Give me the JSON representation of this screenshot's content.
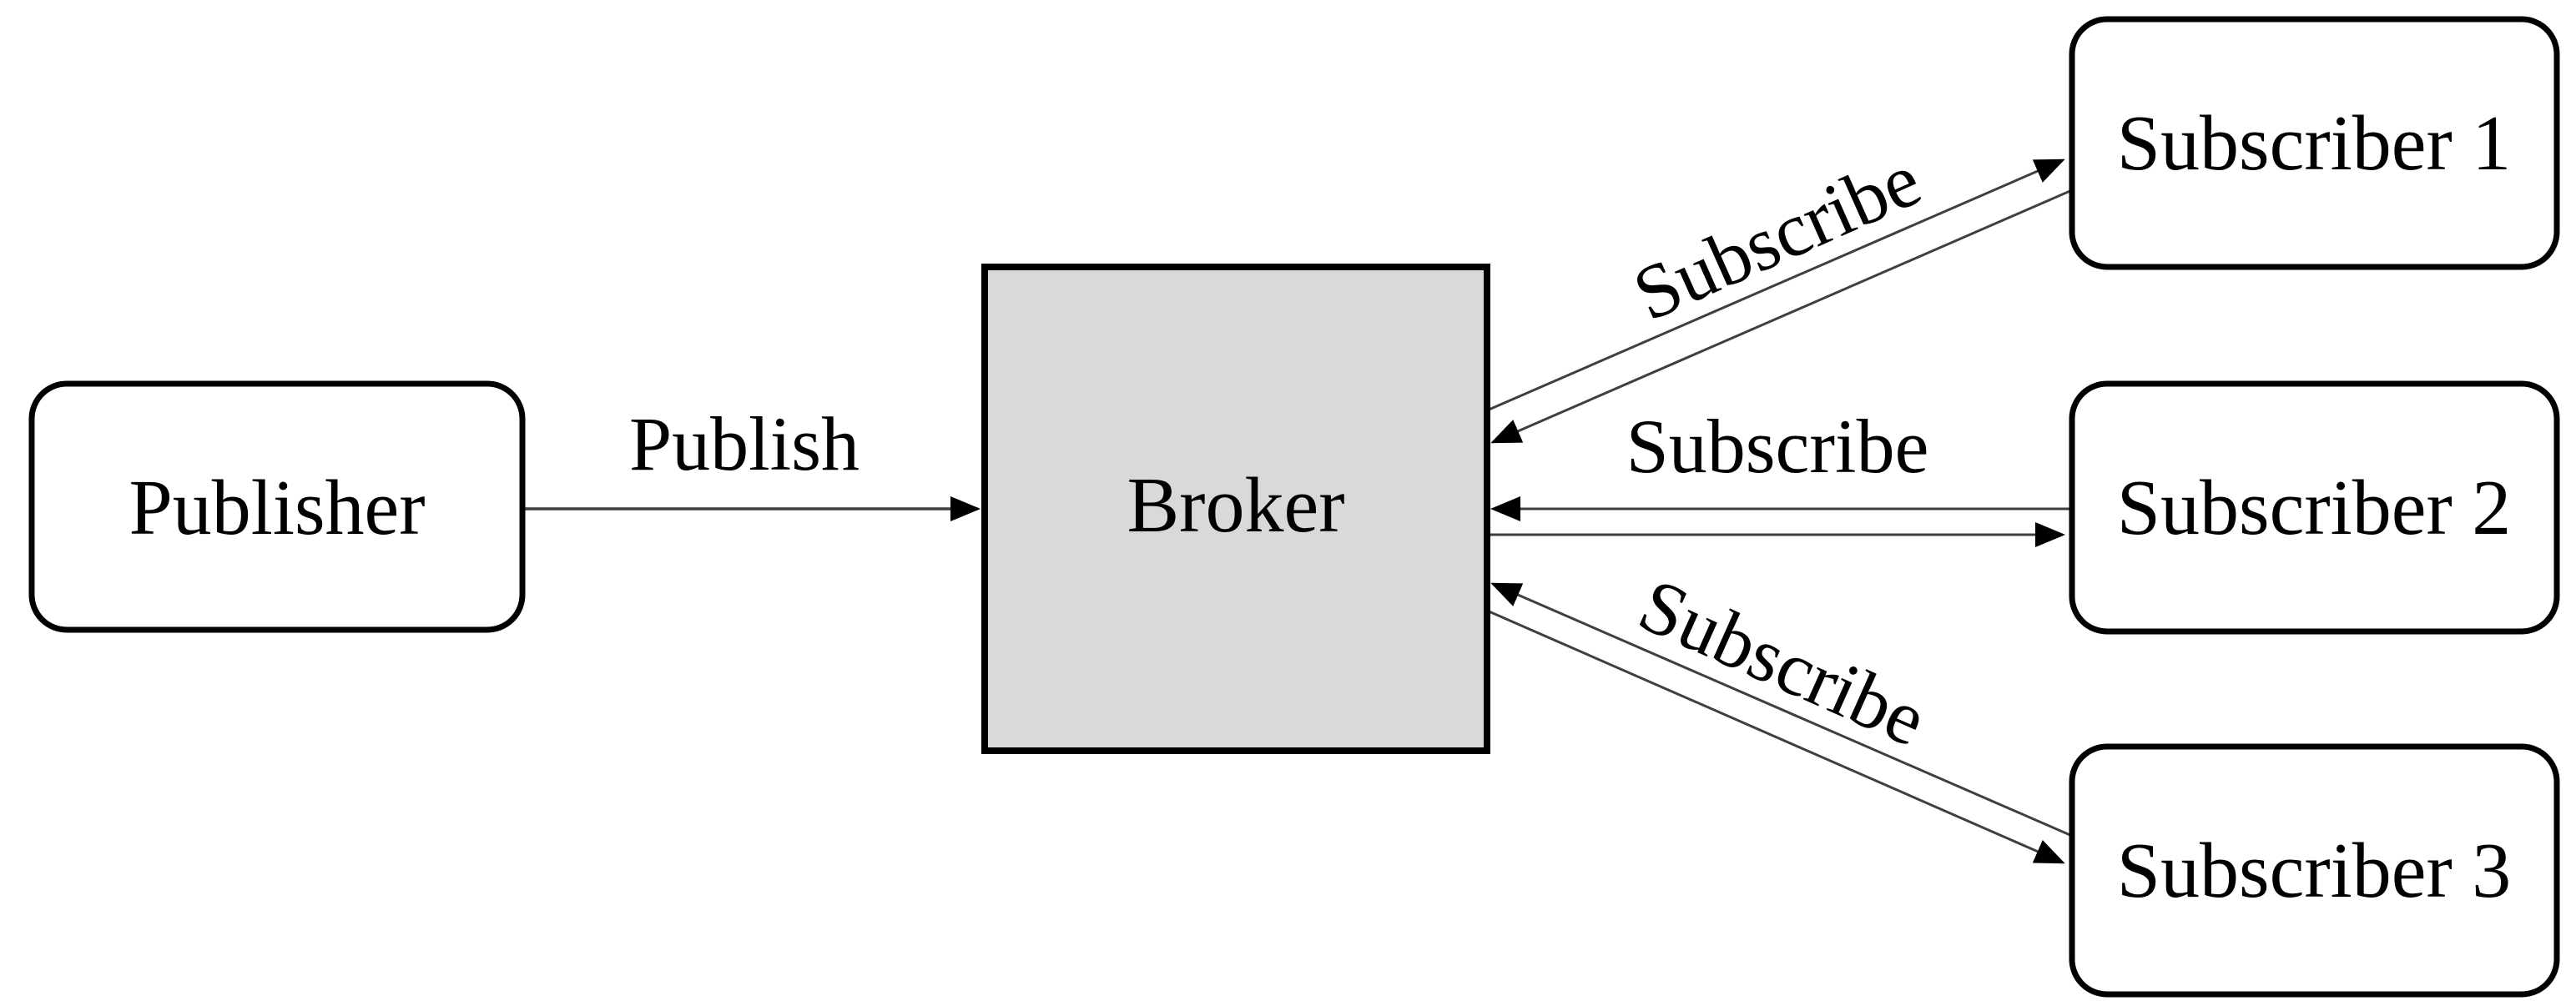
{
  "diagram": {
    "type": "publish-subscribe-architecture",
    "nodes": {
      "publisher": {
        "label": "Publisher"
      },
      "broker": {
        "label": "Broker"
      },
      "subscriber1": {
        "label": "Subscriber 1"
      },
      "subscriber2": {
        "label": "Subscriber 2"
      },
      "subscriber3": {
        "label": "Subscriber 3"
      }
    },
    "edge_labels": {
      "publish": "Publish",
      "subscribe1": "Subscribe",
      "subscribe2": "Subscribe",
      "subscribe3": "Subscribe"
    },
    "colors": {
      "background": "#ffffff",
      "node_fill": "#ffffff",
      "broker_fill": "#d9d9d9",
      "node_border": "#000000",
      "line": "#3f3f3f",
      "arrowhead": "#000000",
      "text": "#000000"
    }
  }
}
